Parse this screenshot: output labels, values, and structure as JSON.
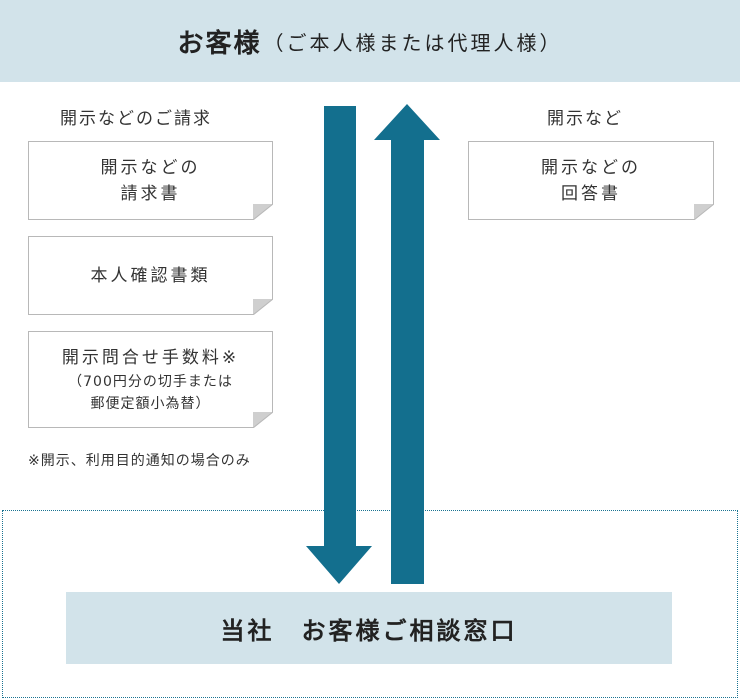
{
  "customer": {
    "title": "お客様",
    "subtitle": "（ご本人様または代理人様）"
  },
  "left_column": {
    "heading": "開示などのご請求",
    "documents": [
      {
        "lines": [
          "開示などの",
          "請求書"
        ]
      },
      {
        "lines": [
          "本人確認書類"
        ]
      },
      {
        "lines": [
          "開示問合せ手数料※"
        ],
        "small_lines": [
          "（700円分の切手または",
          "郵便定額小為替）"
        ]
      }
    ],
    "note": "※開示、利用目的通知の場合のみ"
  },
  "right_column": {
    "heading": "開示など",
    "documents": [
      {
        "lines": [
          "開示などの",
          "回答書"
        ]
      }
    ]
  },
  "company": {
    "label": "当社　お客様ご相談窓口"
  },
  "colors": {
    "banner": "#d2e3ea",
    "arrow": "#136f8e",
    "frame": "#1a7391"
  }
}
